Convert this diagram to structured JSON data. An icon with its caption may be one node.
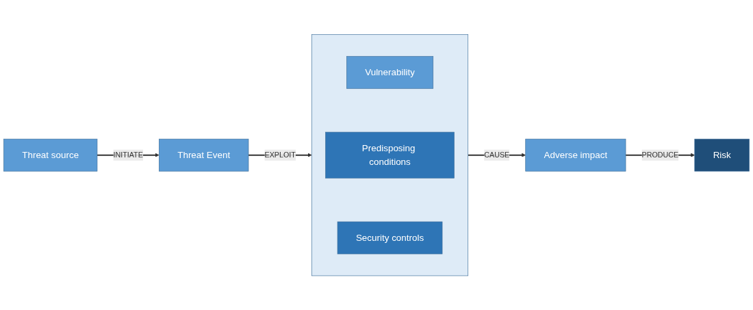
{
  "diagram": {
    "nodes": [
      {
        "text": [
          "Threat source"
        ]
      },
      {
        "text": [
          "Threat Event"
        ]
      },
      {
        "text": [],
        "shape": "box"
      },
      {
        "text": [
          "Vulnerability"
        ],
        "in": 2
      },
      {
        "text": [
          "Predisposing conditions"
        ],
        "in": 2
      },
      {
        "text": [
          "Security controls"
        ],
        "in": 2
      },
      {
        "text": [
          "Adverse impact"
        ]
      },
      {
        "text": [
          "Risk"
        ]
      }
    ],
    "edges": [
      {
        "from": 0,
        "to": 1,
        "arrow": "to",
        "label": "INITIATE"
      },
      {
        "from": 1,
        "to": 2,
        "arrow": "to",
        "label": "EXPLOIT"
      },
      {
        "from": 2,
        "to": 6,
        "arrow": "to",
        "label": "CAUSE"
      },
      {
        "from": 6,
        "to": 7,
        "arrow": "to",
        "label": "PRODUCE"
      }
    ]
  }
}
